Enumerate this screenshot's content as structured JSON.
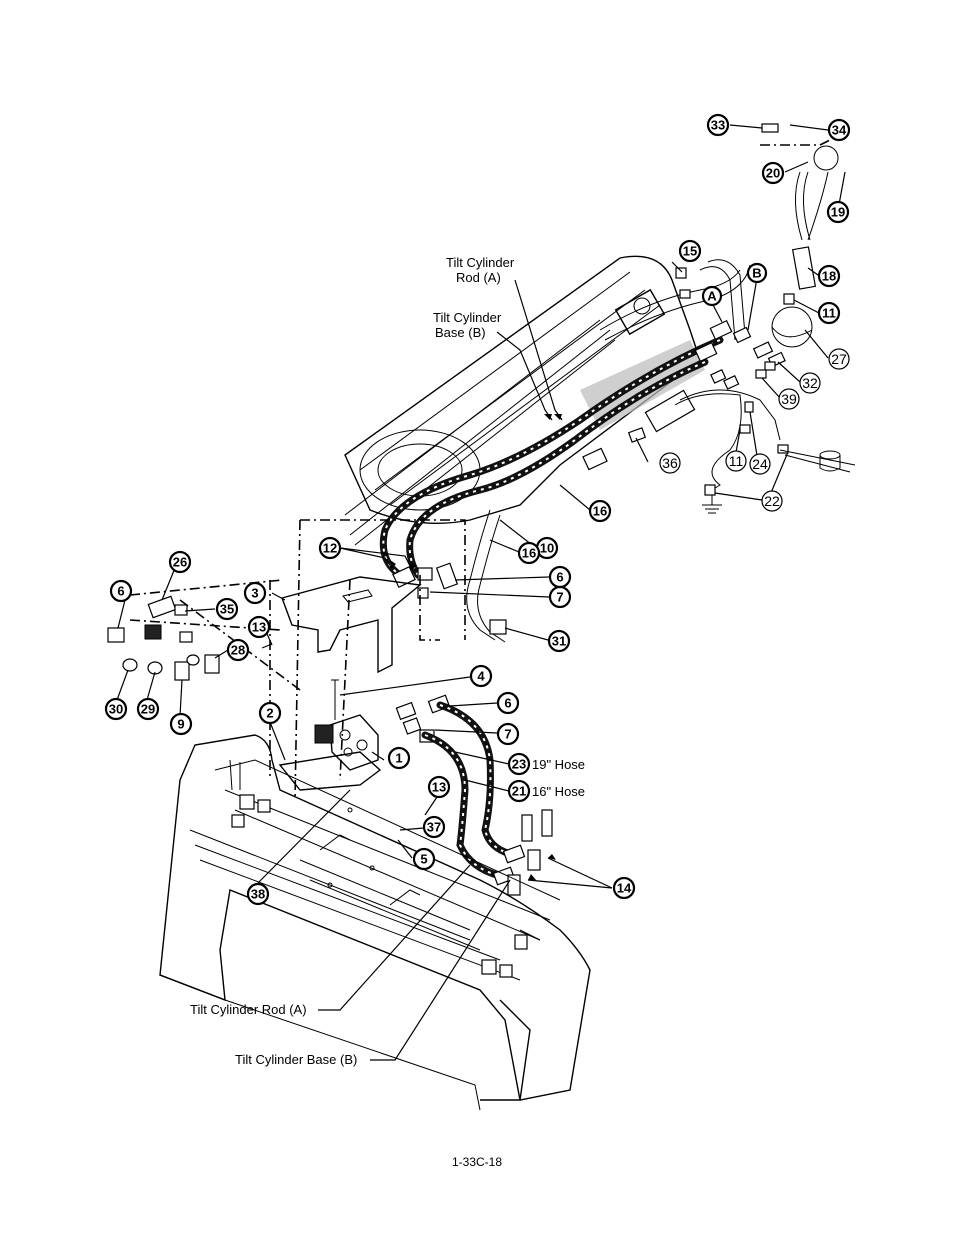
{
  "callouts": {
    "c1": "1",
    "c2": "2",
    "c3": "3",
    "c4": "4",
    "c5": "5",
    "c6a": "6",
    "c6b": "6",
    "c6c": "6",
    "c7a": "7",
    "c7b": "7",
    "c9": "9",
    "c10": "10",
    "c11a": "11",
    "c11b": "11",
    "c12": "12",
    "c13a": "13",
    "c13b": "13",
    "c14": "14",
    "c15": "15",
    "c16a": "16",
    "c16b": "16",
    "c18": "18",
    "c19": "19",
    "c20": "20",
    "c21": "21",
    "c22": "22",
    "c23": "23",
    "c24": "24",
    "c26": "26",
    "c27": "27",
    "c28": "28",
    "c29": "29",
    "c30": "30",
    "c31": "31",
    "c32": "32",
    "c33": "33",
    "c34": "34",
    "c35": "35",
    "c36": "36",
    "c37": "37",
    "c38": "38",
    "c39": "39",
    "cA": "A",
    "cB": "B"
  },
  "labels": {
    "tilt_rod_top_1": "Tilt Cylinder",
    "tilt_rod_top_2": "Rod (A)",
    "tilt_base_top_1": "Tilt Cylinder",
    "tilt_base_top_2": "Base (B)",
    "hose_19": "19\" Hose",
    "hose_16": "16\" Hose",
    "tilt_rod_bottom": "Tilt Cylinder Rod (A)",
    "tilt_base_bottom": "Tilt Cylinder Base (B)"
  },
  "page_number": "1-33C-18"
}
